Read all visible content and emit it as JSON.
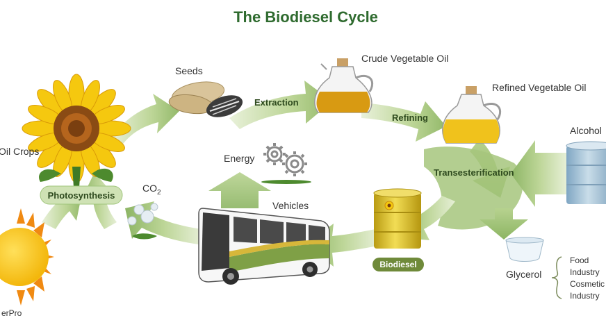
{
  "title": "The Biodiesel Cycle",
  "labels": {
    "seeds": "Seeds",
    "crude_oil": "Crude Vegetable Oil",
    "refined_oil": "Refined Vegetable Oil",
    "oil_crops": "Oil Crops",
    "alcohol": "Alcohol",
    "energy": "Energy",
    "co2_main": "CO",
    "co2_sub": "2",
    "vehicles": "Vehicles",
    "glycerol": "Glycerol",
    "food_line1": "Food",
    "food_line2": "Industry",
    "cosmetic_line1": "Cosmetic",
    "cosmetic_line2": "Industry",
    "credit": "erPro"
  },
  "steps": {
    "extraction": "Extraction",
    "refining": "Refining",
    "transesterification": "Transesterification",
    "photosynthesis": "Photosynthesis",
    "biodiesel": "Biodiesel"
  },
  "colors": {
    "title": "#2f6b2f",
    "arrow_light": "#dbe9c4",
    "arrow_mid": "#b9d494",
    "arrow_dark": "#8cb563",
    "oil": "#d9a21a",
    "barrel_yellow": "#e3c92c",
    "barrel_blue": "#a9c6dc",
    "sun": "#f5c10f"
  }
}
